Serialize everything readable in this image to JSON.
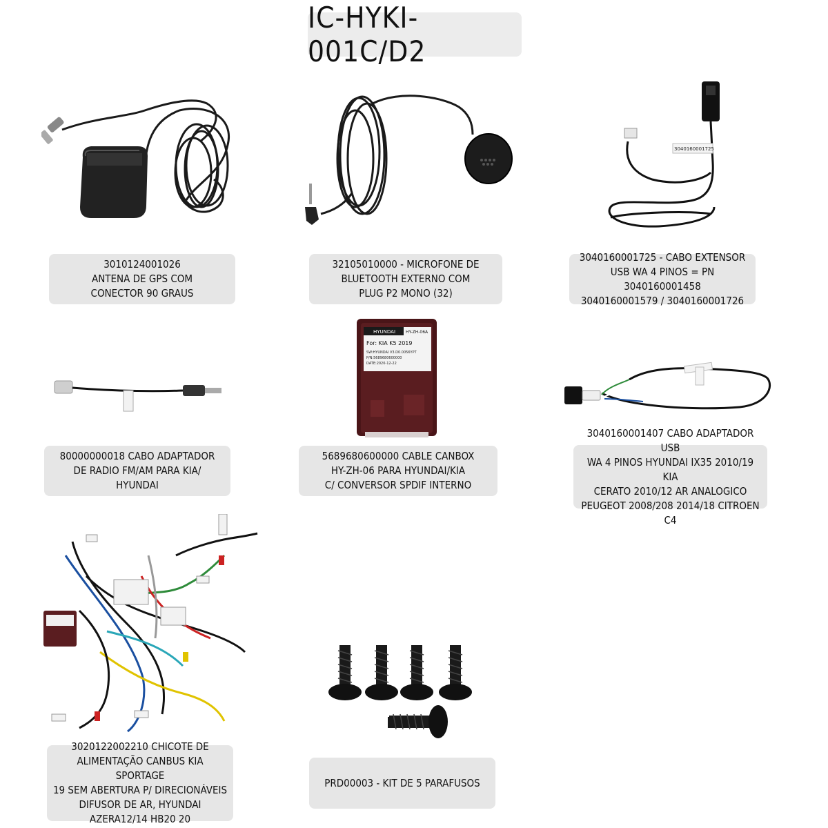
{
  "title": "IC-HYKI-001C/D2",
  "items": [
    {
      "label": "3010124001026\nANTENA DE GPS COM\nCONECTOR 90 GRAUS"
    },
    {
      "label": "32105010000 - MICROFONE DE\nBLUETOOTH EXTERNO COM\nPLUG P2 MONO (32)"
    },
    {
      "label": "3040160001725 - CABO EXTENSOR\nUSB WA 4 PINOS = PN 3040160001458\n3040160001579 / 3040160001726"
    },
    {
      "label": "80000000018 CABO ADAPTADOR\nDE RADIO FM/AM PARA KIA/\nHYUNDAI"
    },
    {
      "label": "5689680600000 CABLE CANBOX\nHY-ZH-06 PARA HYUNDAI/KIA\nC/ CONVERSOR SPDIF INTERNO"
    },
    {
      "label": "3040160001407 CABO ADAPTADOR USB\nWA 4 PINOS HYUNDAI IX35 2010/19 KIA\nCERATO 2010/12 AR ANALOGICO\nPEUGEOT 2008/208 2014/18 CITROEN C4"
    },
    {
      "label": "3020122002210 CHICOTE DE\nALIMENTAÇÃO CANBUS KIA SPORTAGE\n19 SEM ABERTURA P/ DIRECIONÁVEIS\nDIFUSOR DE AR, HYUNDAI\nAZERA12/14 HB20 20"
    },
    {
      "label": "PRD00003 - KIT DE 5 PARAFUSOS"
    }
  ],
  "photo_text": {
    "usb_tag": "3040160001725",
    "canbox_brand": "HYUNDAI",
    "canbox_model": "HY-ZH-06A",
    "canbox_for": "For: KIA K5  2019",
    "canbox_sw": "SW:HYUNDAI V3.D0.0056YPT",
    "canbox_pn": "P/N:5689680600000",
    "canbox_date": "DATE:2020-12-22"
  }
}
